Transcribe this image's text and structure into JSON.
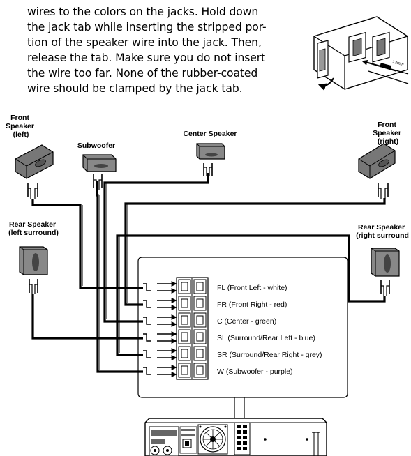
{
  "instructions": {
    "lines": [
      "wires to the colors on the jacks. Hold down",
      "the jack tab while inserting the stripped por-",
      "tion of the speaker wire into the jack. Then,",
      "release the tab. Make sure you do not insert",
      "the wire too far. None of the rubber-coated",
      "wire should be clamped by the jack tab."
    ]
  },
  "jack_illustration": {
    "measurement": "12mm"
  },
  "speakers": {
    "front_left": [
      "Front",
      "Speaker",
      "(left)"
    ],
    "subwoofer": [
      "Subwoofer"
    ],
    "center": [
      "Center Speaker"
    ],
    "front_right": [
      "Front",
      "Speaker",
      "(right)"
    ],
    "rear_left": [
      "Rear Speaker",
      "(left surround)"
    ],
    "rear_right": [
      "Rear Speaker",
      "(right surround"
    ]
  },
  "terminals": [
    "FL (Front Left - white)",
    "FR (Front Right - red)",
    "C (Center - green)",
    "SL (Surround/Rear Left - blue)",
    "SR (Surround/Rear Right - grey)",
    "W (Subwoofer - purple)"
  ]
}
